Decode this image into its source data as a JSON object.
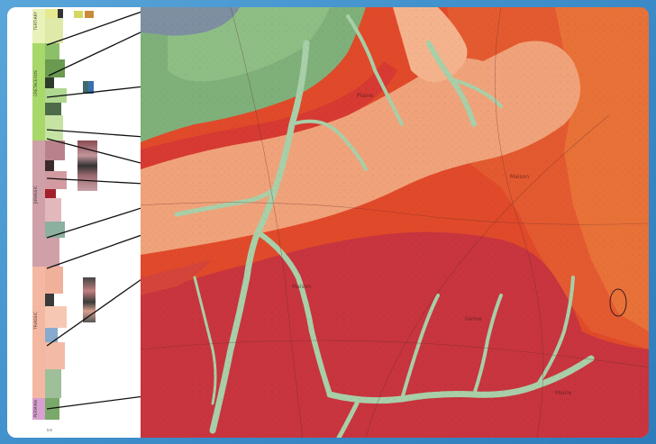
{
  "strat_column": {
    "eras": [
      {
        "label": "TERTIARY",
        "color": "#e9f2b8"
      },
      {
        "label": "CRETACEOUS",
        "color": "#a8d86a"
      },
      {
        "label": "JURASSIC",
        "color": "#cfa0a8"
      },
      {
        "label": "TRIASSIC",
        "color": "#f4b8a2"
      },
      {
        "label": "PERMIAN",
        "color": "#d8a0d0"
      }
    ]
  },
  "map": {
    "place_labels": [
      "Maison",
      "Maison",
      "Plaine",
      "Ferme",
      "Mairie"
    ],
    "scale_text": "km"
  },
  "colors": {
    "dark_red": "#c8353e",
    "red_orange": "#e04a2a",
    "orange": "#e8733a",
    "salmon": "#f0a27a",
    "green": "#7fb07a",
    "gray_blue": "#7d8fa0",
    "alluvium": "#a8cfa8",
    "frame_blue": "#3f8fcb"
  }
}
